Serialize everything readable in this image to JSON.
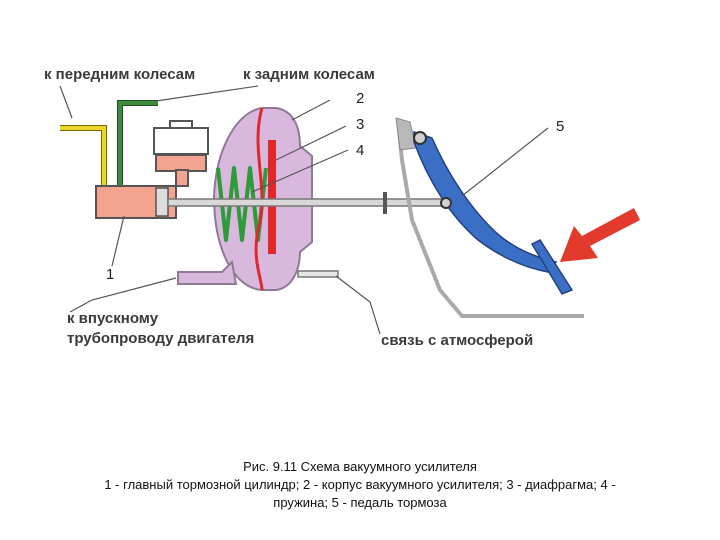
{
  "labels": {
    "front_wheels": "к передним колесам",
    "rear_wheels": "к задним колесам",
    "intake_line1": "к впускному",
    "intake_line2": "трубопроводу двигателя",
    "atmosphere": "связь с атмосферой"
  },
  "numbers": {
    "n1": "1",
    "n2": "2",
    "n3": "3",
    "n4": "4",
    "n5": "5"
  },
  "caption": {
    "title": "Рис. 9.11 Схема вакуумного усилителя",
    "legend_line1": "1 - главный тормозной цилиндр; 2 - корпус вакуумного усилителя; 3 - диафрагма; 4 -",
    "legend_line2": "пружина; 5 - педаль тормоза"
  },
  "colors": {
    "cylinder": "#f4a48e",
    "housing": "#d9b8de",
    "diaphragm": "#e0282a",
    "spring": "#2e9a3a",
    "pedal": "#3b6fc6",
    "arrow": "#e23a2c",
    "front_line": "#e9d42a",
    "rear_line": "#3f8a3f",
    "rod": "#b0b0b0"
  }
}
